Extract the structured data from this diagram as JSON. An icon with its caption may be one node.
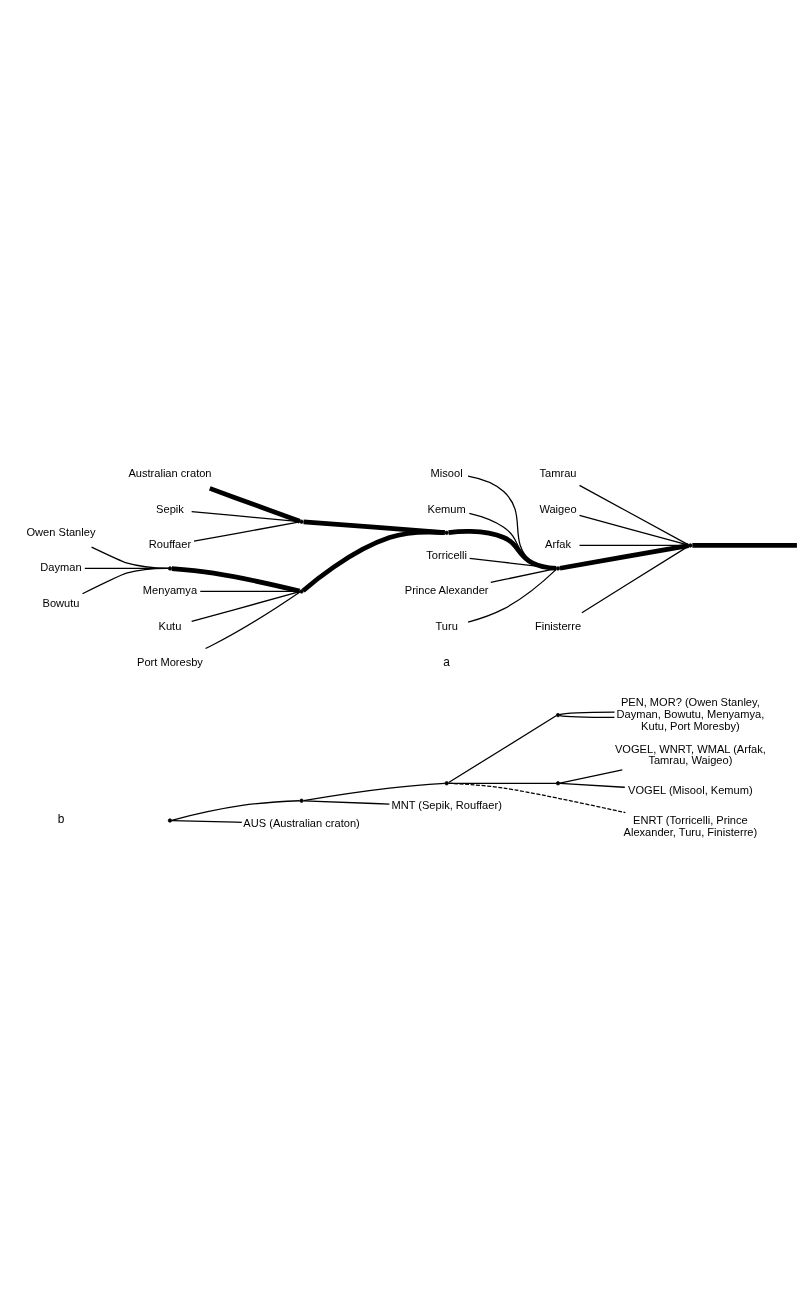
{
  "diagram": {
    "nodes": [
      {
        "text": [
          "Tamrau"
        ]
      },
      {
        "text": [
          "Waigeo"
        ]
      },
      {
        "text": [
          "Arfak"
        ]
      },
      {
        "text": [
          "Misool"
        ]
      },
      {
        "text": [
          "Kemum"
        ]
      },
      {
        "text": [
          "Australian craton"
        ]
      },
      {
        "text": [
          "Sepik"
        ]
      },
      {
        "text": [
          "Rouffaer"
        ]
      },
      {
        "text": [
          "Owen Stanley"
        ]
      },
      {
        "text": [
          "Dayman"
        ]
      },
      {
        "text": [
          "Bowutu"
        ]
      },
      {
        "text": [
          "Menyamya"
        ]
      },
      {
        "text": [
          "Kutu"
        ]
      },
      {
        "text": [
          "Port Moresby"
        ]
      },
      {
        "text": [
          "Torricelli"
        ]
      },
      {
        "text": [
          "Prince Alexander"
        ]
      },
      {
        "text": [
          "Turu"
        ]
      },
      {
        "text": [
          "Finisterre"
        ]
      },
      {
        "text": [],
        "shape": "point"
      },
      {
        "text": [],
        "shape": "point"
      },
      {
        "text": [],
        "shape": "point"
      },
      {
        "text": [],
        "shape": "point"
      },
      {
        "text": [],
        "shape": "point"
      },
      {
        "text": [],
        "shape": "point"
      },
      {
        "text": [
          "AUS (Australian craton)"
        ]
      },
      {
        "text": [
          "MNT (Sepik, Rouffaer)"
        ]
      },
      {
        "text": [
          "VOGEL (Misool, Kemum)"
        ]
      },
      {
        "text": [
          "VOGEL, WNRT, WMAL (Arfak, Tamrau, Waigeo)"
        ]
      },
      {
        "text": [
          "ENRT (Torricelli, Prince Alexander, Turu, Finisterre)"
        ]
      },
      {
        "text": [
          "PEN, MOR? (Owen Stanley, Dayman, Bowutu, Menyamya, Kutu, Port Moresby)"
        ]
      },
      {
        "text": [],
        "shape": "point"
      },
      {
        "text": [],
        "shape": "point"
      },
      {
        "text": [],
        "shape": "point"
      },
      {
        "text": [],
        "shape": "point"
      },
      {
        "text": [],
        "shape": "point"
      }
    ],
    "edges": [
      {
        "from": 5,
        "to": 18,
        "arrow": "none",
        "style": "thick"
      },
      {
        "from": 6,
        "to": 18,
        "arrow": "none"
      },
      {
        "from": 7,
        "to": 18,
        "arrow": "none"
      },
      {
        "from": 18,
        "to": 21,
        "arrow": "none",
        "style": "thick"
      },
      {
        "from": 8,
        "to": 19,
        "arrow": "none"
      },
      {
        "from": 9,
        "to": 19,
        "arrow": "none"
      },
      {
        "from": 10,
        "to": 19,
        "arrow": "none"
      },
      {
        "from": 19,
        "to": 20,
        "arrow": "none",
        "style": "thick"
      },
      {
        "from": 11,
        "to": 20,
        "arrow": "none"
      },
      {
        "from": 12,
        "to": 20,
        "arrow": "none"
      },
      {
        "from": 13,
        "to": 20,
        "arrow": "none"
      },
      {
        "from": 20,
        "to": 21,
        "arrow": "none",
        "style": "thick"
      },
      {
        "from": 21,
        "to": 22,
        "arrow": "none",
        "style": "thick"
      },
      {
        "from": 3,
        "to": 22,
        "arrow": "none"
      },
      {
        "from": 4,
        "to": 22,
        "arrow": "none"
      },
      {
        "from": 14,
        "to": 22,
        "arrow": "none"
      },
      {
        "from": 15,
        "to": 22,
        "arrow": "none"
      },
      {
        "from": 16,
        "to": 22,
        "arrow": "none"
      },
      {
        "from": 22,
        "to": 23,
        "arrow": "none",
        "style": "thick"
      },
      {
        "from": 0,
        "to": 23,
        "arrow": "none"
      },
      {
        "from": 1,
        "to": 23,
        "arrow": "none"
      },
      {
        "from": 2,
        "to": 23,
        "arrow": "none"
      },
      {
        "from": 17,
        "to": 23,
        "arrow": "none"
      },
      {
        "from": 23,
        "to": null,
        "arrow": "none",
        "style": "thick"
      },
      {
        "from": 30,
        "to": 24,
        "arrow": "none"
      },
      {
        "from": 30,
        "to": 31,
        "arrow": "none"
      },
      {
        "from": 31,
        "to": 25,
        "arrow": "none"
      },
      {
        "from": 31,
        "to": 32,
        "arrow": "none"
      },
      {
        "from": 32,
        "to": 33,
        "arrow": "none"
      },
      {
        "from": 33,
        "to": 26,
        "arrow": "none"
      },
      {
        "from": 33,
        "to": 27,
        "arrow": "none"
      },
      {
        "from": 32,
        "to": 28,
        "arrow": "none",
        "style": "dashed"
      },
      {
        "from": 32,
        "to": 34,
        "arrow": "none"
      },
      {
        "from": 34,
        "to": 29,
        "arrow": "none"
      },
      {
        "from": 34,
        "to": 29,
        "arrow": "none"
      }
    ],
    "labels": [
      "a",
      "b"
    ]
  }
}
